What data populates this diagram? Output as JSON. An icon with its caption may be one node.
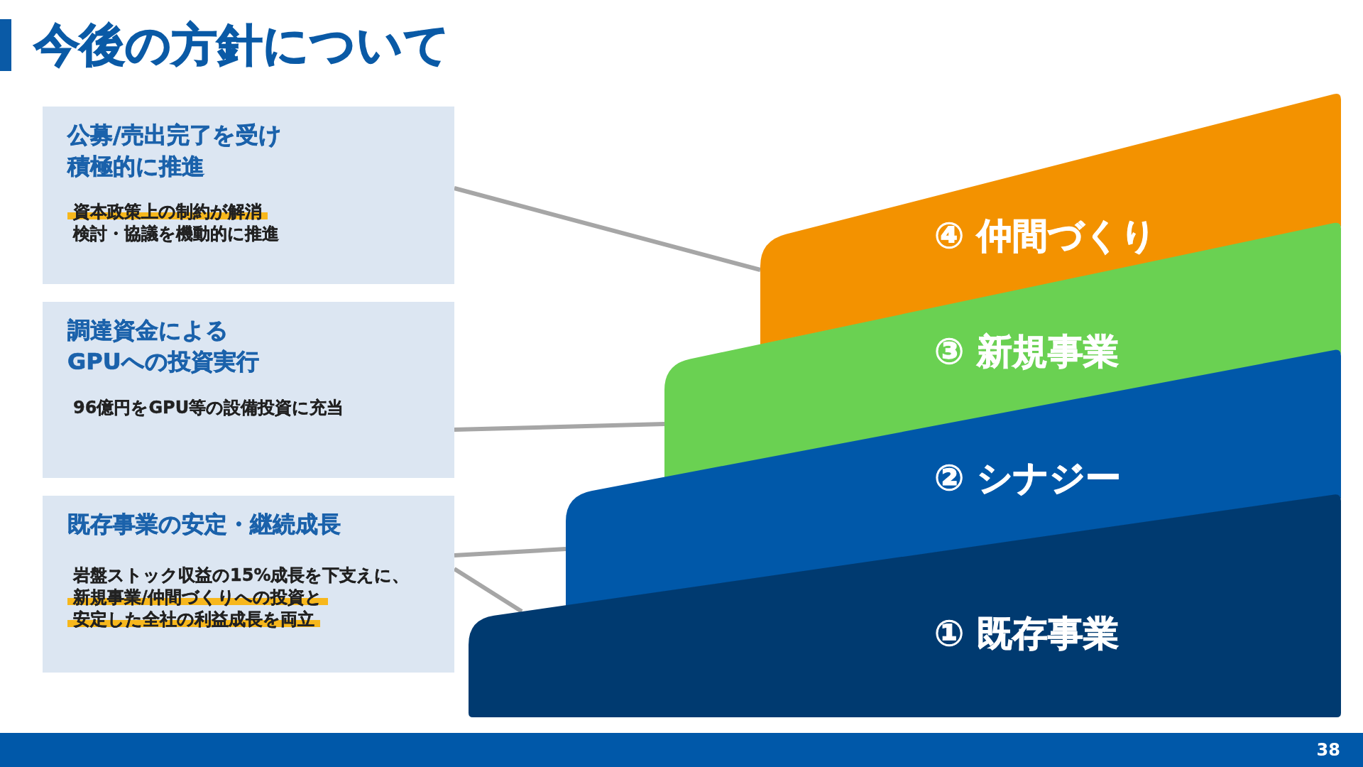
{
  "diagram": {
    "title": "今後の方針について",
    "nodes": [
      {
        "text": [
          "公募/売出完了を受け積極的に推進",
          "資本政策上の制約が解消",
          "検討・協議を機動的に推進"
        ]
      },
      {
        "text": [
          "調達資金によるGPUへの投資実行",
          "96億円をGPU等の設備投資に充当"
        ]
      },
      {
        "text": [
          "既存事業の安定・継続成長",
          "岩盤ストック収益の15%成長を下支えに、",
          "新規事業/仲間づくりへの投資と安定した全社の利益成長を両立"
        ]
      },
      {
        "text": [
          "④ 仲間づくり"
        ]
      },
      {
        "text": [
          "③ 新規事業"
        ]
      },
      {
        "text": [
          "② シナジー"
        ]
      },
      {
        "text": [
          "① 既存事業"
        ]
      }
    ],
    "edges": [
      {
        "from": 0,
        "to": 3,
        "arrow": "none"
      },
      {
        "from": 1,
        "to": 4,
        "arrow": "none"
      },
      {
        "from": 2,
        "to": 5,
        "arrow": "none"
      },
      {
        "from": 2,
        "to": 6,
        "arrow": "none"
      }
    ],
    "labels": [
      "38"
    ]
  }
}
